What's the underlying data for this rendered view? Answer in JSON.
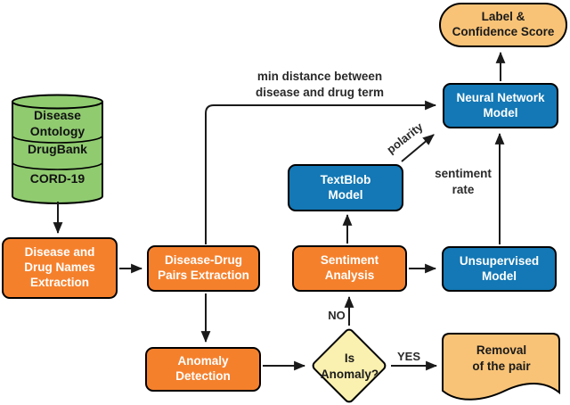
{
  "diagram": {
    "title_semantic": "disease-drug sentiment pipeline flowchart",
    "colors": {
      "process_orange": "#F5802C",
      "model_blue": "#1378B5",
      "datastore_green": "#90CB70",
      "decision_yellow": "#FAF0AF",
      "terminal_tan": "#F8C377",
      "shape_border": "#000000",
      "arrow": "#1a1a1a",
      "node_text_light": "#ffffff",
      "node_text_dark": "#1a1a1a"
    },
    "nodes": {
      "data_sources": {
        "type": "database-cylinder",
        "segment1": "Disease\nOntology",
        "segment2": "DrugBank",
        "segment3": "CORD-19"
      },
      "names_extraction": {
        "type": "process",
        "label": "Disease and\nDrug Names\nExtraction"
      },
      "pairs_extraction": {
        "type": "process",
        "label": "Disease-Drug\nPairs Extraction"
      },
      "anomaly_detection": {
        "type": "process",
        "label": "Anomaly\nDetection"
      },
      "is_anomaly": {
        "type": "decision",
        "label": "Is\nAnomaly?"
      },
      "sentiment_analysis": {
        "type": "process",
        "label": "Sentiment\nAnalysis"
      },
      "textblob_model": {
        "type": "model",
        "label": "TextBlob\nModel"
      },
      "neural_network_model": {
        "type": "model",
        "label": "Neural Network\nModel"
      },
      "unsupervised_model": {
        "type": "model",
        "label": "Unsupervised\nModel"
      },
      "label_confidence": {
        "type": "terminator",
        "label": "Label &\nConfidence Score"
      },
      "removal": {
        "type": "document",
        "label": "Removal\nof the pair"
      }
    },
    "edge_labels": {
      "min_distance": "min distance between\ndisease and drug term",
      "polarity": "polarity",
      "sentiment_rate": "sentiment\nrate",
      "no": "NO",
      "yes": "YES"
    }
  }
}
